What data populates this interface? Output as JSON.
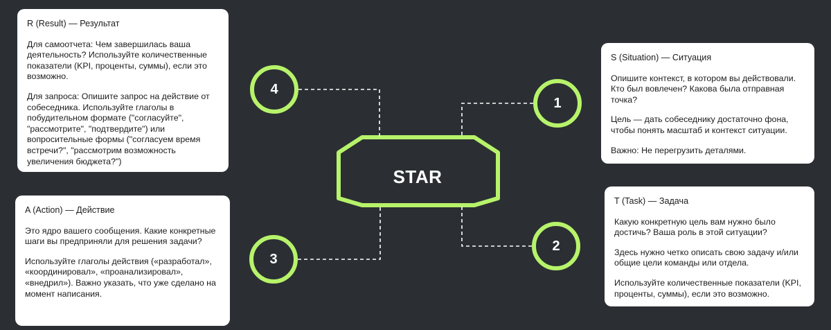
{
  "center": {
    "label": "STAR"
  },
  "circles": {
    "one": "1",
    "two": "2",
    "three": "3",
    "four": "4"
  },
  "cards": {
    "result": {
      "title": "R (Result) — Результат",
      "paragraphs": [
        "Для самоотчета: Чем завершилась ваша деятельность? Используйте количественные показатели (KPI, проценты, суммы), если это возможно.",
        "Для запроса: Опишите запрос на действие от собеседника. Используйте глаголы в побудительном формате (\"согласуйте\", \"рассмотрите\", \"подтвердите\") или вопросительные формы (\"согласуем время встречи?\", \"рассмотрим возможность увеличения бюджета?\")"
      ]
    },
    "situation": {
      "title": "S (Situation) — Ситуация",
      "paragraphs": [
        "Опишите контекст, в котором вы действовали. Кто был вовлечен? Какова была отправная точка?",
        "Цель — дать собеседнику достаточно фона, чтобы понять масштаб и контекст ситуации.",
        "Важно: Не перегрузить деталями."
      ]
    },
    "action": {
      "title": "A (Action) — Действие",
      "paragraphs": [
        "Это ядро вашего сообщения. Какие конкретные шаги вы предприняли для решения задачи?",
        "Используйте глаголы действия («разработал», «координировал», «проанализировал», «внедрил»). Важно указать, что уже сделано на момент написания."
      ]
    },
    "task": {
      "title": "T (Task) — Задача",
      "paragraphs": [
        "Какую конкретную цель вам нужно было достичь? Ваша роль в этой ситуации?",
        "Здесь нужно четко описать свою задачу и/или общие цели команды или отдела.",
        "Используйте количественные показатели (KPI, проценты, суммы), если это возможно."
      ]
    }
  },
  "colors": {
    "background": "#2b2f33",
    "accent": "#b7f36a",
    "card": "#ffffff",
    "connector": "#ffffff"
  }
}
